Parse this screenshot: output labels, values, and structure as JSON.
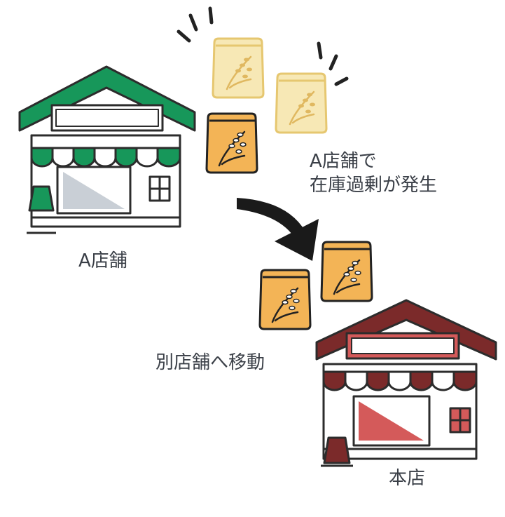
{
  "labels": {
    "store_a": "A店舗",
    "excess_line1": "A店舗で",
    "excess_line2": "在庫過剰が発生",
    "move": "別店舗へ移動",
    "main_store": "本店"
  },
  "colors": {
    "store_a_accent": "#17975a",
    "main_store_accent": "#7b2a2a",
    "main_store_window": "#d45a5a",
    "bag_light": "#f7e8b5",
    "bag_dark": "#f3b456",
    "outline": "#2c2c2c",
    "arrow": "#1a1a1a",
    "text": "#3a3f47"
  }
}
